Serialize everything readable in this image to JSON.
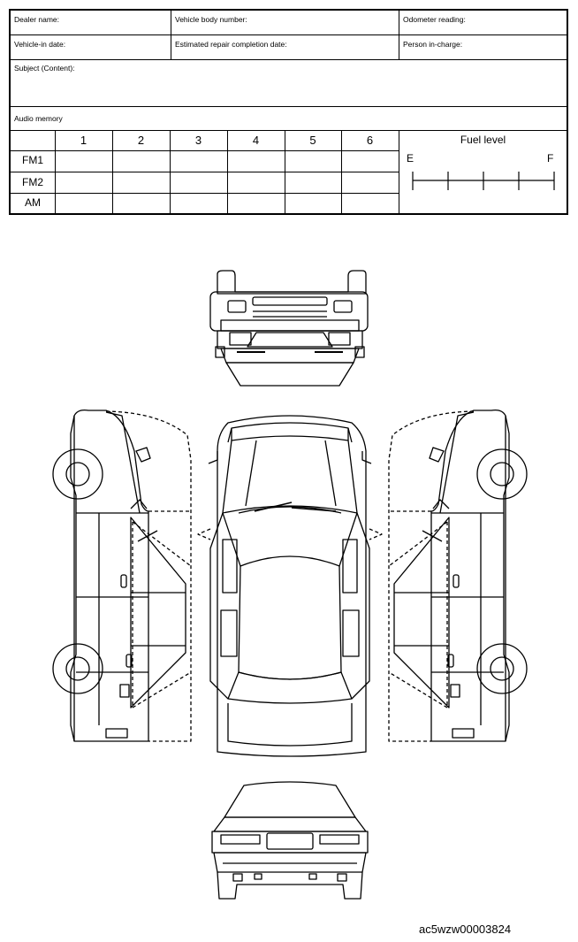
{
  "form": {
    "row1": [
      "Dealer name:",
      "Vehicle body number:",
      "Odometer reading:"
    ],
    "row2": [
      "Vehicle-in date:",
      "Estimated repair completion date:",
      "Person in-charge:"
    ],
    "subject_label": "Subject (Content):",
    "audio_label": "Audio memory",
    "columns": [
      "1",
      "2",
      "3",
      "4",
      "5",
      "6"
    ],
    "rows": [
      "FM1",
      "FM2",
      "AM"
    ],
    "fuel": {
      "title": "Fuel level",
      "empty": "E",
      "full": "F"
    }
  },
  "diagram": {
    "views": [
      "front-view",
      "left-side-view",
      "top-view",
      "right-side-view",
      "rear-view"
    ]
  },
  "caption": "ac5wzw00003824"
}
